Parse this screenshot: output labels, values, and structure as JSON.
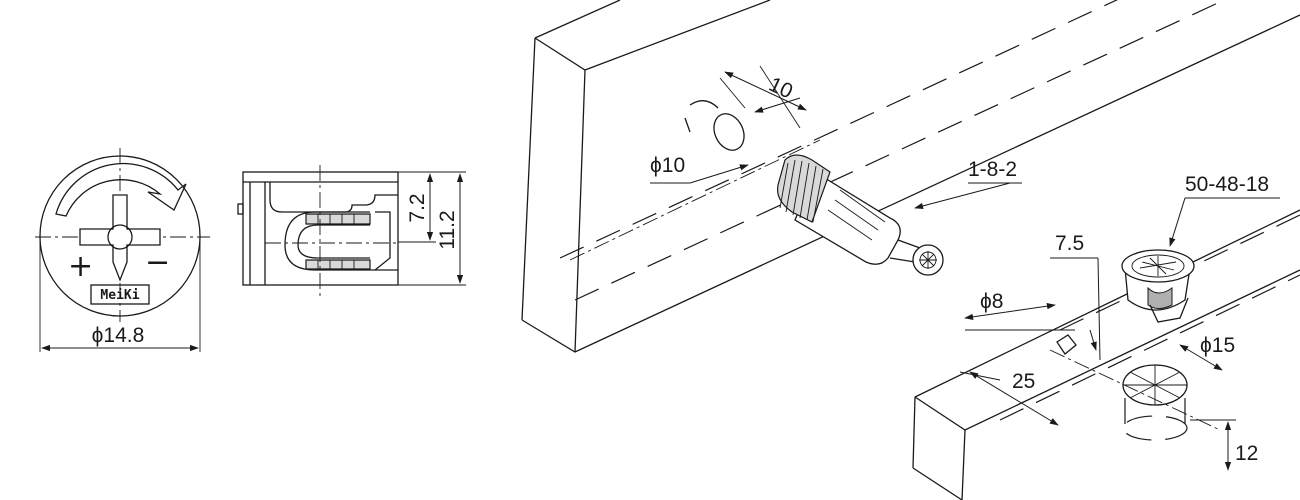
{
  "drawing": {
    "part_codes": {
      "bolt": "1-8-2",
      "cam": "50-48-18"
    },
    "dimensions": {
      "cam_diameter": "ϕ14.8",
      "cam_inner_height": "7.2",
      "cam_total_height": "11.2",
      "bolt_hole_diameter": "ϕ10",
      "bolt_hole_depth": "10",
      "pin_hole_diameter": "ϕ8",
      "edge_offset": "7.5",
      "cam_hole_diameter": "ϕ15",
      "hole_spacing": "25",
      "cam_hole_depth": "12"
    },
    "cam_face": {
      "brand": "MeiKi",
      "plus_symbol": "+",
      "minus_symbol": "−"
    }
  }
}
